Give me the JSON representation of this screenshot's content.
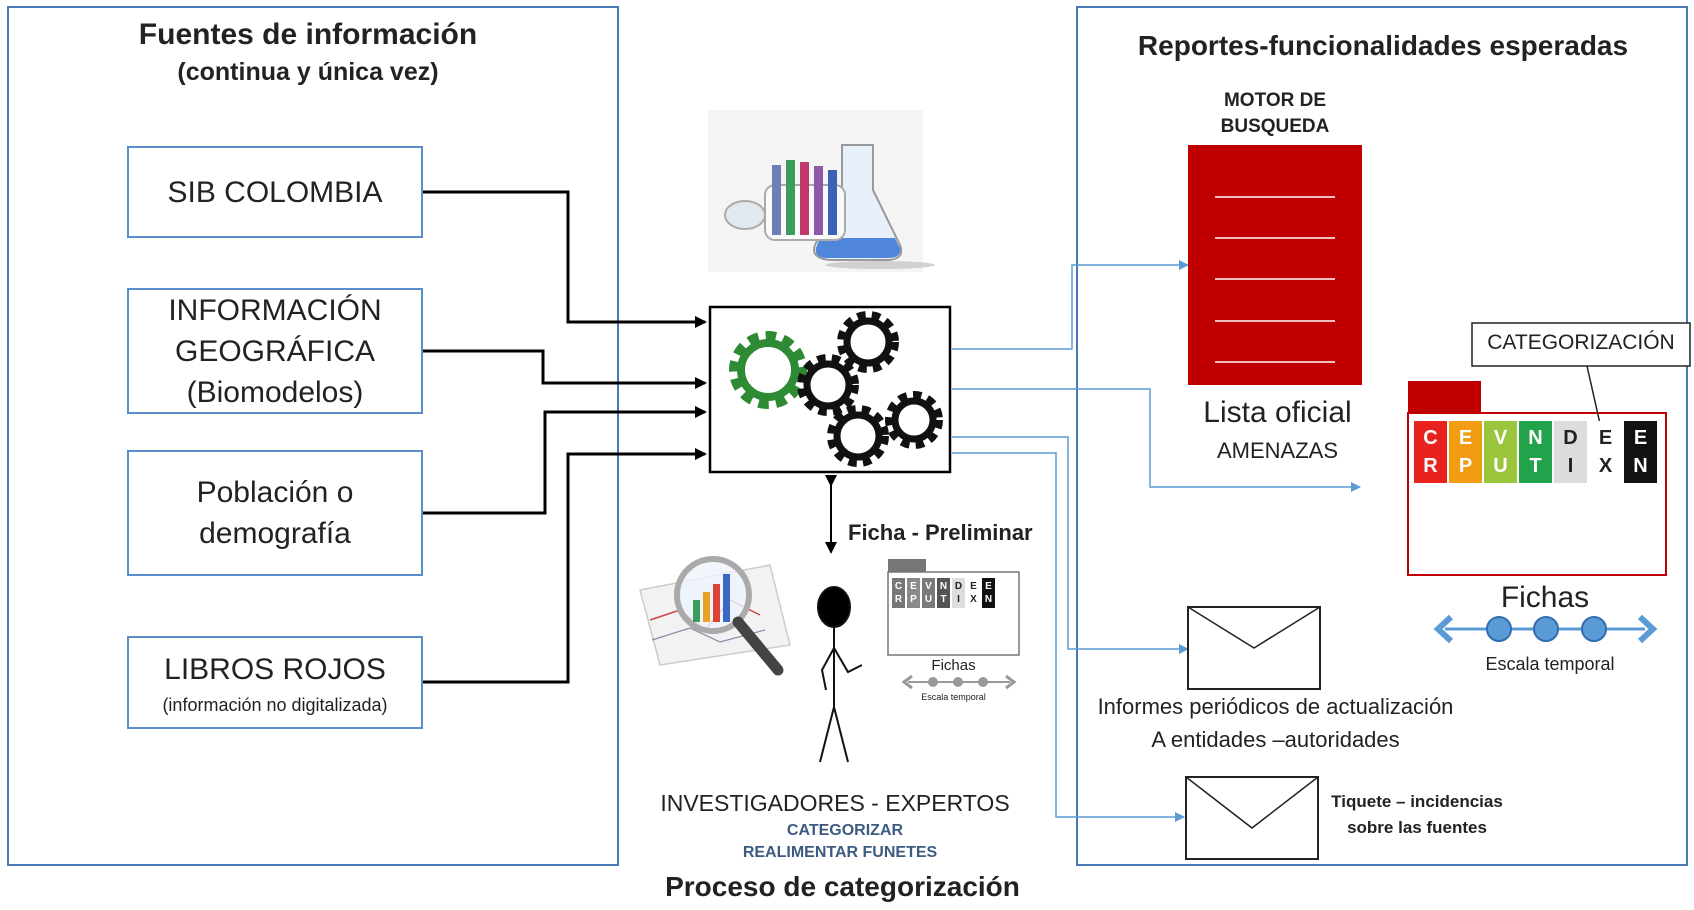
{
  "left_panel": {
    "title": "Fuentes de información",
    "subtitle": "(continua y  única vez)",
    "sources": [
      {
        "lines": [
          "SIB COLOMBIA"
        ],
        "note": ""
      },
      {
        "lines": [
          "INFORMACIÓN",
          "GEOGRÁFICA",
          "(Biomodelos)"
        ],
        "note": ""
      },
      {
        "lines": [
          "Población o",
          "demografía"
        ],
        "note": ""
      },
      {
        "lines": [
          "LIBROS ROJOS"
        ],
        "note": "(información no digitalizada)"
      }
    ]
  },
  "center": {
    "ficha_label": "Ficha - Preliminar",
    "mini_fichas_label": "Fichas",
    "mini_scale_label": "Escala temporal",
    "people_title": "INVESTIGADORES - EXPERTOS",
    "action_1": "CATEGORIZAR",
    "action_2": "REALIMENTAR FUNETES",
    "process_title": "Proceso de categorización"
  },
  "right_panel": {
    "title": "Reportes-funcionalidades esperadas",
    "motor_line1": "MOTOR DE",
    "motor_line2": "BUSQUEDA",
    "lista_line1": "Lista oficial",
    "lista_line2": "AMENAZAS",
    "categorizacion_label": "CATEGORIZACIÓN",
    "fichas_label": "Fichas",
    "scale_label": "Escala temporal",
    "informes_line1": "Informes periódicos de actualización",
    "informes_line2": "A entidades –autoridades",
    "tiquete_line1": "Tiquete – incidencias",
    "tiquete_line2": "sobre las fuentes"
  },
  "categories": [
    {
      "top": "C",
      "bottom": "R",
      "color": "#e8231f",
      "text": "#ffffff"
    },
    {
      "top": "E",
      "bottom": "P",
      "color": "#f39c12",
      "text": "#ffffff"
    },
    {
      "top": "V",
      "bottom": "U",
      "color": "#9bc53d",
      "text": "#ffffff"
    },
    {
      "top": "N",
      "bottom": "T",
      "color": "#21a24b",
      "text": "#ffffff"
    },
    {
      "top": "D",
      "bottom": "I",
      "color": "#dcdcdc",
      "text": "#222222"
    },
    {
      "top": "E",
      "bottom": "X",
      "color": "#ffffff",
      "text": "#222222"
    },
    {
      "top": "E",
      "bottom": "N",
      "color": "#111111",
      "text": "#ffffff"
    }
  ],
  "mini_categories": [
    {
      "top": "C",
      "bottom": "R",
      "color": "#777777",
      "text": "#ffffff"
    },
    {
      "top": "E",
      "bottom": "P",
      "color": "#8a8a8a",
      "text": "#ffffff"
    },
    {
      "top": "V",
      "bottom": "U",
      "color": "#7a7a7a",
      "text": "#ffffff"
    },
    {
      "top": "N",
      "bottom": "T",
      "color": "#555555",
      "text": "#ffffff"
    },
    {
      "top": "D",
      "bottom": "I",
      "color": "#dddddd",
      "text": "#222222"
    },
    {
      "top": "E",
      "bottom": "X",
      "color": "#ffffff",
      "text": "#222222"
    },
    {
      "top": "E",
      "bottom": "N",
      "color": "#111111",
      "text": "#ffffff"
    }
  ],
  "colors": {
    "panel_border": "#4a7ab5",
    "motor_red": "#c00000",
    "gear_green": "#2e8b34",
    "connector_blue": "#5b9bd5",
    "accent_text": "#3d5a80"
  },
  "icons": [
    "lab-glassware-icon",
    "gears-icon",
    "magnifier-chart-icon",
    "stick-person-icon",
    "envelope-icon"
  ]
}
